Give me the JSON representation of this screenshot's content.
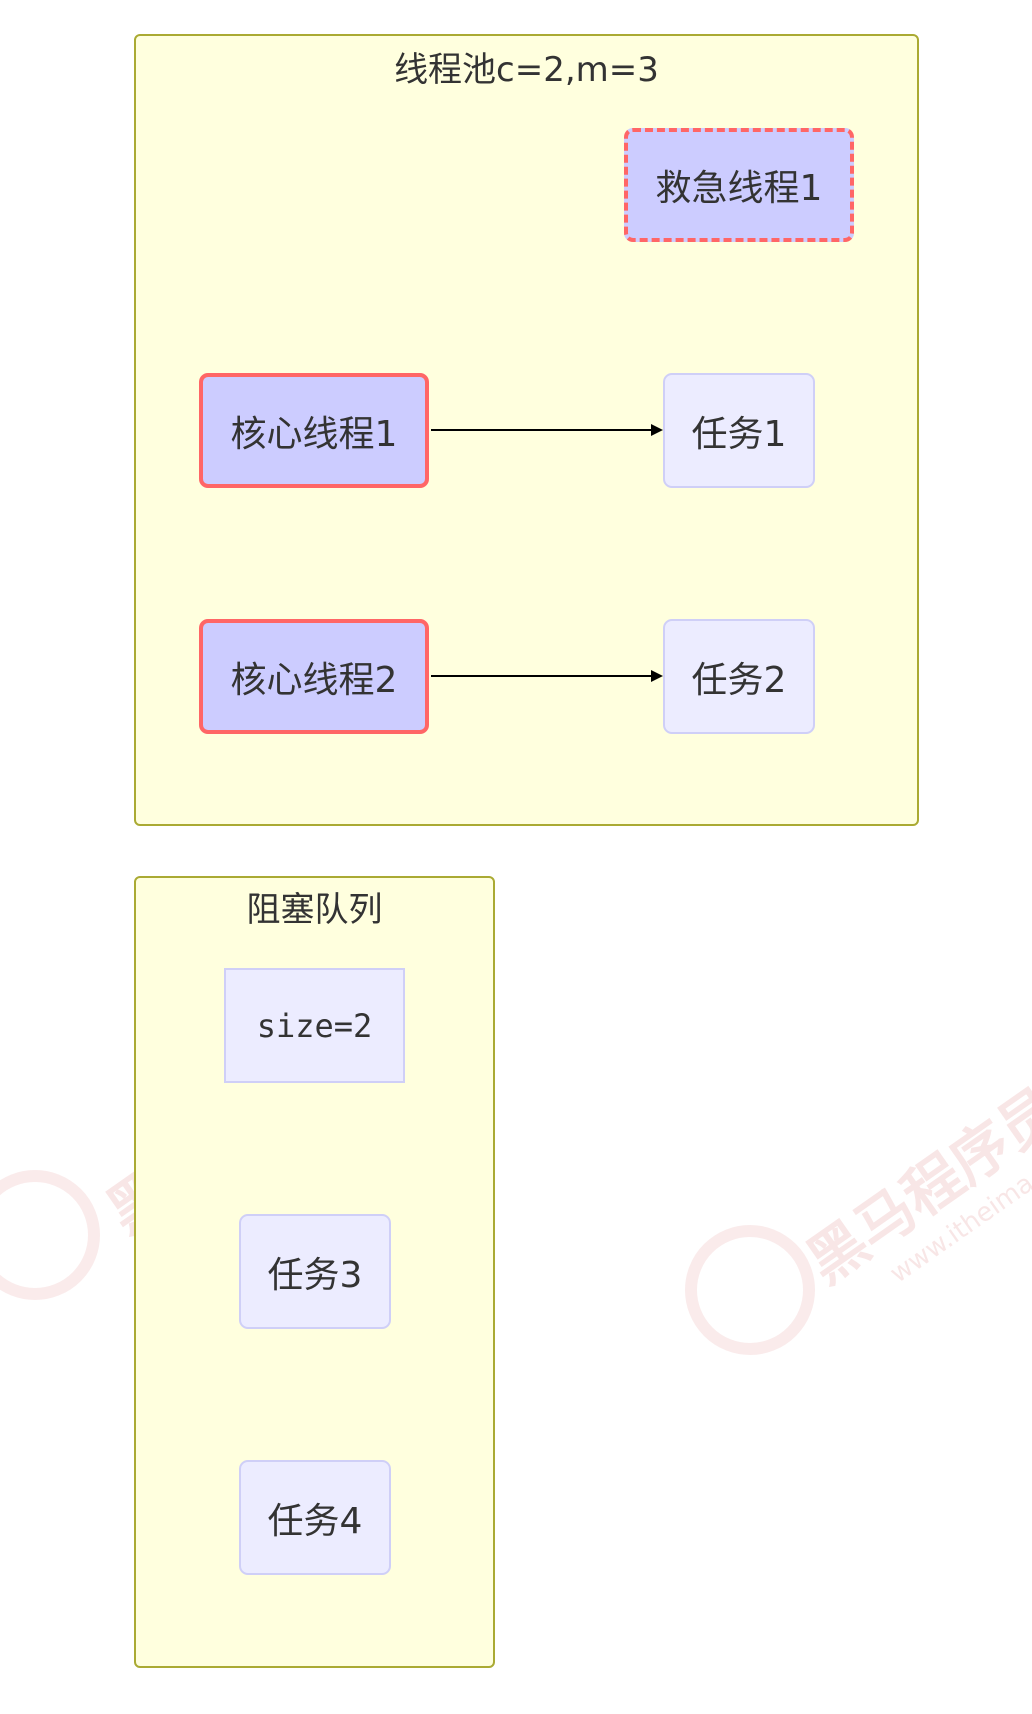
{
  "pool": {
    "title": "线程池c=2,m=3",
    "emergency_thread": "救急线程1",
    "core_thread_1": "核心线程1",
    "core_thread_2": "核心线程2",
    "task_1": "任务1",
    "task_2": "任务2"
  },
  "queue": {
    "title": "阻塞队列",
    "size_label": "size=2",
    "task_3": "任务3",
    "task_4": "任务4"
  },
  "watermark": {
    "brand": "黑马程序员",
    "url": "www.itheima.com"
  },
  "colors": {
    "cluster_fill": "#ffffde",
    "cluster_border": "#aaaa33",
    "node_fill": "#ececff",
    "thread_fill": "#ccccff",
    "thread_border": "#ff6666",
    "edge": "#000000"
  },
  "edges": [
    {
      "from": "核心线程1",
      "to": "任务1"
    },
    {
      "from": "核心线程2",
      "to": "任务2"
    }
  ]
}
